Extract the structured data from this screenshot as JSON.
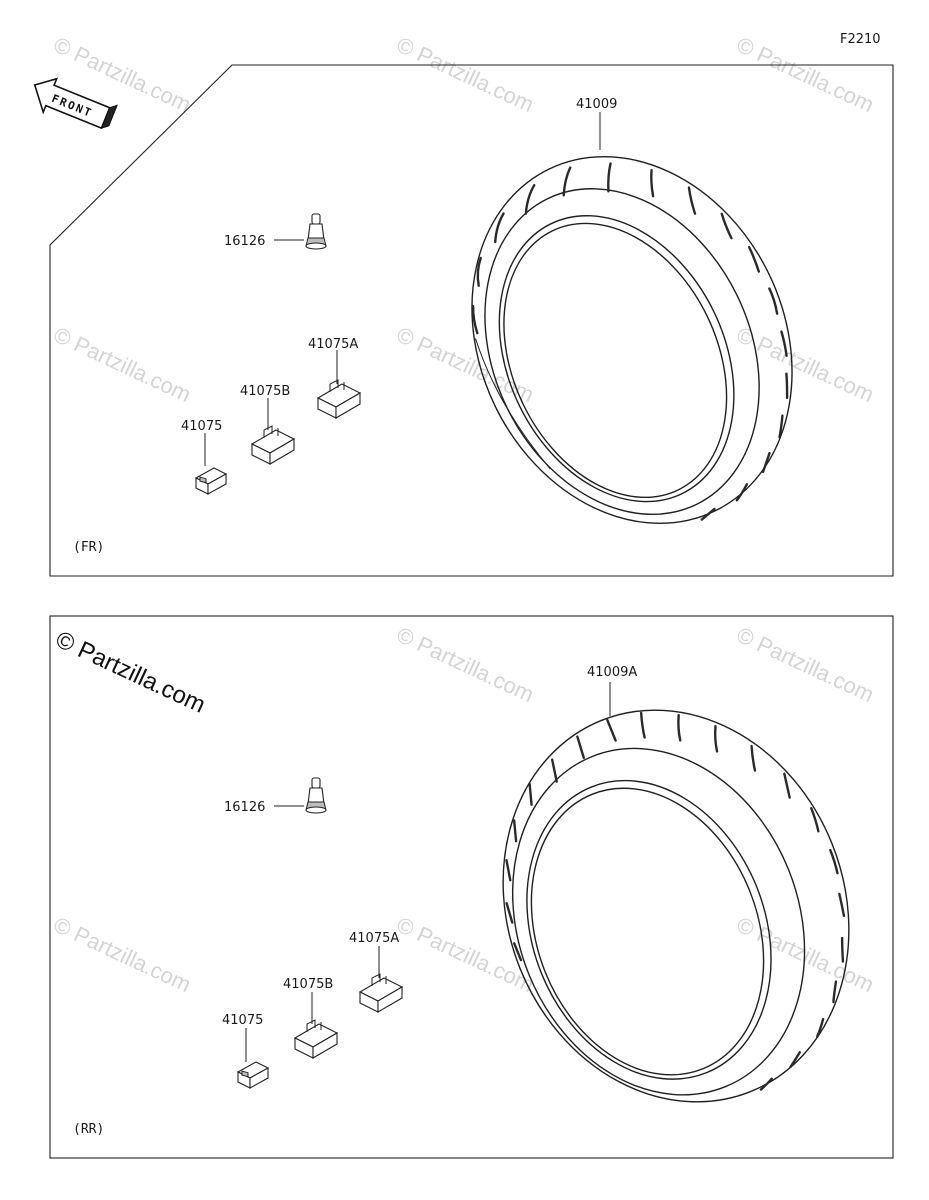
{
  "figure_code": "F2210",
  "front_arrow_label": "FRONT",
  "watermark_text": "© Partzilla.com",
  "panels": [
    {
      "section_label": "(FR)",
      "parts": {
        "tire": "41009",
        "valve": "16126",
        "weight_a": "41075A",
        "weight_b": "41075B",
        "weight": "41075"
      }
    },
    {
      "section_label": "(RR)",
      "parts": {
        "tire": "41009A",
        "valve": "16126",
        "weight_a": "41075A",
        "weight_b": "41075B",
        "weight": "41075"
      }
    }
  ]
}
